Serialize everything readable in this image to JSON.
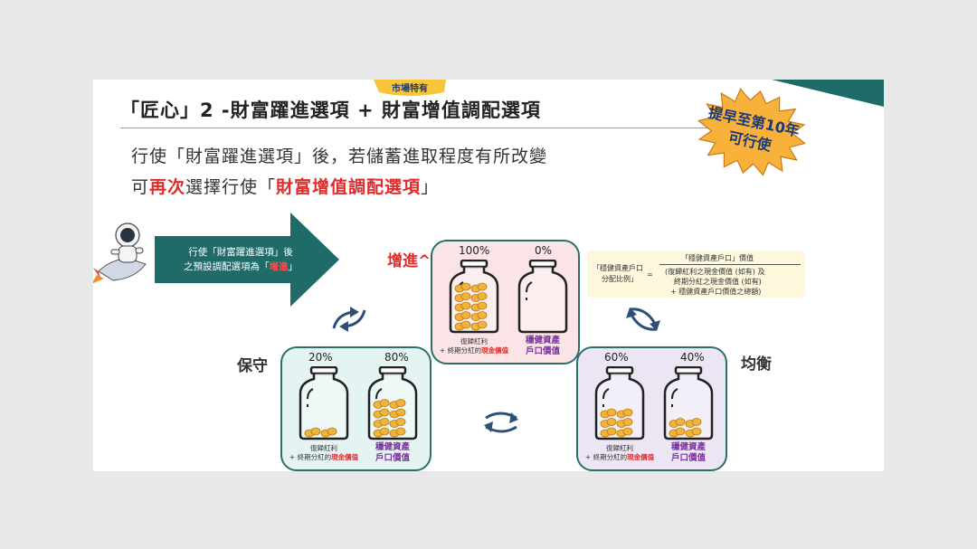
{
  "header": {
    "title": "「匠心」2 -財富躍進選項 + 財富增值調配選項",
    "market_badge": "市場特有"
  },
  "subtitle": {
    "line1": "行使「財富躍進選項」後，若儲蓄進取程度有所改變",
    "line2_prefix": "可",
    "line2_red1": "再次",
    "line2_mid": "選擇行使「",
    "line2_red2": "財富增值調配選項",
    "line2_suffix": "」"
  },
  "burst": {
    "line1": "提早至第10年",
    "line2": "可行使"
  },
  "arrow_box": {
    "line1": "行使「財富躍進選項」後",
    "line2_prefix": "之預設調配選項為「",
    "line2_red": "增進",
    "line2_suffix": "」"
  },
  "formula": {
    "left_line1": "「穩健資產戶口",
    "left_line2": "分配比例」",
    "equals": "=",
    "numerator": "「穩健資產戶口」價值",
    "den_line1": "(復歸紅利之現金價值 (如有) 及",
    "den_line2": "終期分紅之現金價值 (如有)",
    "den_line3": "+ 穩健資產戶口價值之總額)"
  },
  "options": {
    "aggressive": {
      "label": "增進^",
      "left_pct": "100%",
      "right_pct": "0%",
      "left_fill": 1.0,
      "right_fill": 0.0,
      "cap_line1": "復歸紅利",
      "cap_line2_prefix": "+ 終期分紅的",
      "cap_line2_red": "現金價值",
      "right_cap_line1": "穩健資產",
      "right_cap_line2": "戶口價值"
    },
    "balanced": {
      "label": "均衡",
      "left_pct": "60%",
      "right_pct": "40%",
      "left_fill": 0.6,
      "right_fill": 0.4,
      "cap_line1": "復歸紅利",
      "cap_line2_prefix": "+ 終期分紅的",
      "cap_line2_red": "現金價值",
      "right_cap_line1": "穩健資產",
      "right_cap_line2": "戶口價值"
    },
    "conservative": {
      "label": "保守",
      "left_pct": "20%",
      "right_pct": "80%",
      "left_fill": 0.2,
      "right_fill": 0.8,
      "cap_line1": "復歸紅利",
      "cap_line2_prefix": "+ 終期分紅的",
      "cap_line2_red": "現金價值",
      "right_cap_line1": "穩健資產",
      "right_cap_line2": "戶口價值"
    }
  },
  "colors": {
    "teal": "#1f6b68",
    "red": "#e12b2b",
    "purple": "#7a2fa0",
    "pink_panel": "#fbe4e6",
    "teal_panel": "#e4f4f3",
    "purple_panel": "#ece6f4",
    "coin": "#f2b33a",
    "burst": "#f8b23c"
  }
}
